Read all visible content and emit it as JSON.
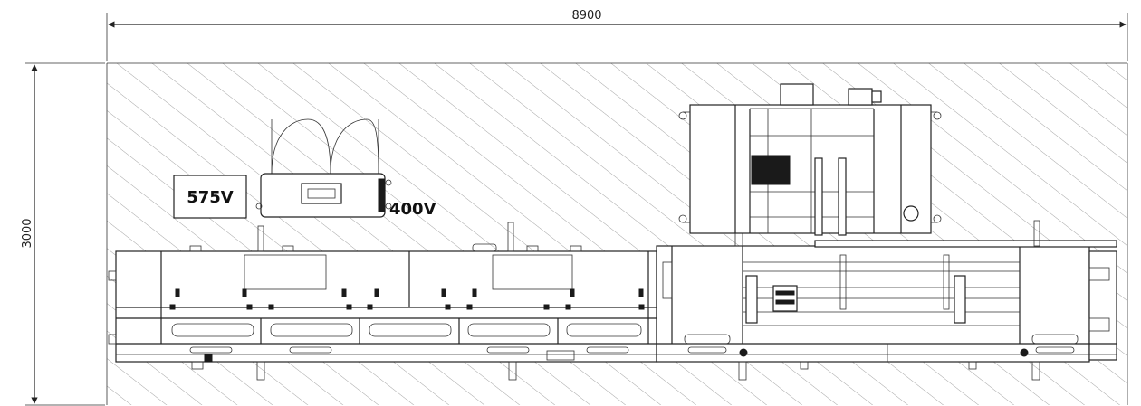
{
  "dimensions": {
    "width_label": "8900",
    "height_label": "3000"
  },
  "labels": {
    "voltage_575": "575V",
    "voltage_400": "400V"
  },
  "colors": {
    "line": "#222222",
    "hatch": "#9a9a9a",
    "background": "#ffffff"
  }
}
